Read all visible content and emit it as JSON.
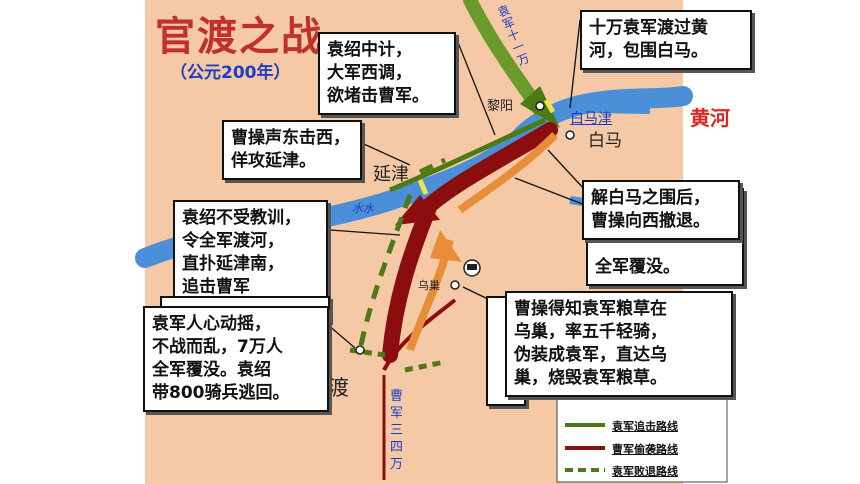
{
  "title": "官渡之战",
  "year": "（公元200年）",
  "colors": {
    "map_bg": "#f5c9a5",
    "river": "#4b8fd8",
    "yuan_green": "#4e7a16",
    "cao_red": "#8b0d0d",
    "orange": "#e88d3a",
    "title_red": "#c0302d",
    "year_blue": "#1a3fc4",
    "huanghe_red": "#e0271f"
  },
  "places": {
    "liyang": "黎阳",
    "baimajin": "白马津",
    "baima": "白马",
    "yanjin": "延津",
    "shui": "水水",
    "wuchao": "乌巢",
    "du": "渡",
    "huanghe": "黄河"
  },
  "troops": {
    "yuan": [
      "袁",
      "军",
      "十",
      "一",
      "万"
    ],
    "cao": [
      "曹",
      "军",
      "三",
      "四",
      "万"
    ]
  },
  "notes": {
    "yuan_plan": [
      "袁绍中计，",
      "大军西调，",
      "欲堵击曹军。"
    ],
    "cao_feint": [
      "曹操声东击西，",
      "佯攻延津。"
    ],
    "crossing": [
      "十万袁军渡过黄",
      "河，包围白马。"
    ],
    "withdraw": [
      "解白马之围后，",
      "曹操向西撤退。"
    ],
    "hidden_tail": "全军覆没。",
    "yuan_order": [
      "袁绍不受教训，",
      "令全军渡河，",
      "直扑延津南，",
      "追击曹军"
    ],
    "collapse": [
      "袁军人心动摇，",
      "不战而乱，7万人",
      "全军覆没。袁绍",
      "带800骑兵逃回。"
    ],
    "raid": [
      "曹操得知袁军粮草在",
      "乌巢，率五千轻骑，",
      "伪装成袁军，直达乌",
      "巢，烧毁袁军粮草。"
    ]
  },
  "legend": {
    "items": [
      {
        "label": "袁军追击路线",
        "style": "solid",
        "color": "#4e7a16"
      },
      {
        "label": "曹军偷袭路线",
        "style": "solid",
        "color": "#8b0d0d"
      },
      {
        "label": "袁军败退路线",
        "style": "dashed",
        "color": "#4e7a16"
      }
    ]
  }
}
